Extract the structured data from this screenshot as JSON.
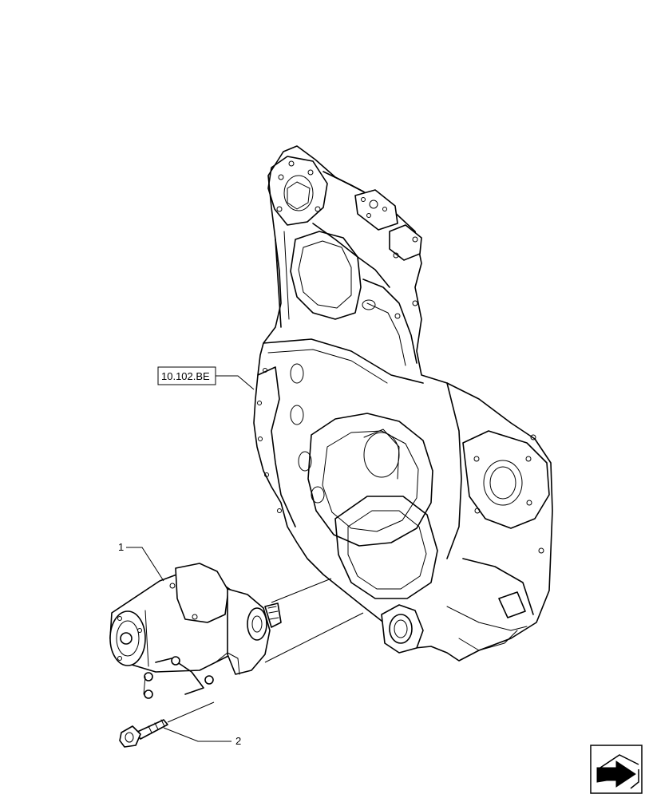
{
  "callouts": {
    "item_1": "1",
    "item_2": "2",
    "reference": "10.102.BE"
  },
  "icons": {
    "nav": "next-page-arrow-icon"
  }
}
